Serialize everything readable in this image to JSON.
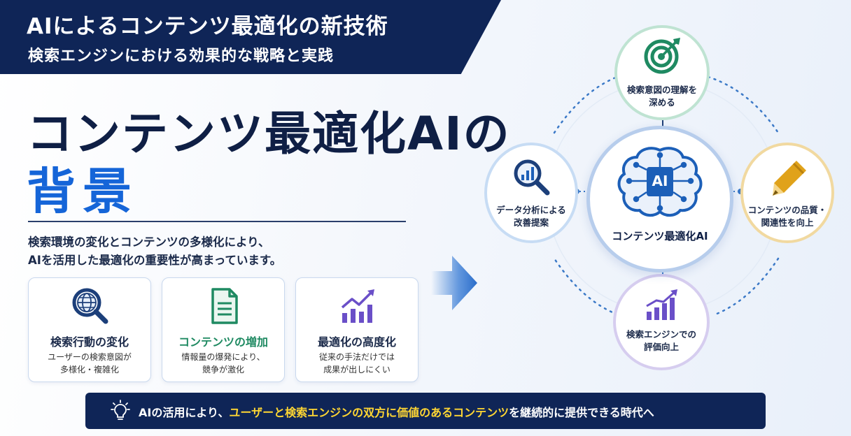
{
  "header": {
    "title": "AIによるコンテンツ最適化の新技術",
    "subtitle": "検索エンジンにおける効果的な戦略と実践"
  },
  "main": {
    "title_line1": "コンテンツ最適化AIの",
    "title_line2": "背景",
    "description": [
      "検索環境の変化とコンテンツの多様化により、",
      "AIを活用した最適化の重要性が高まっています。"
    ]
  },
  "cards": [
    {
      "icon": "globe-search-icon",
      "title": "検索行動の変化",
      "title_color": "#1b2a4a",
      "lines": [
        "ユーザーの検索意図が",
        "多様化・複雑化"
      ]
    },
    {
      "icon": "document-icon",
      "title": "コンテンツの増加",
      "title_color": "#1f8a62",
      "lines": [
        "情報量の爆発により、",
        "競争が激化"
      ]
    },
    {
      "icon": "growth-chart-icon",
      "title": "最適化の高度化",
      "title_color": "#1b2a4a",
      "lines": [
        "従来の手法だけでは",
        "成果が出しにくい"
      ]
    }
  ],
  "diagram": {
    "center": {
      "icon": "ai-brain-icon",
      "chip_text": "AI",
      "label": "コンテンツ最適化AI"
    },
    "nodes": {
      "top": {
        "icon": "target-icon",
        "lines": [
          "検索意図の理解を",
          "深める"
        ]
      },
      "left": {
        "icon": "analysis-search-icon",
        "lines": [
          "データ分析による",
          "改善提案"
        ]
      },
      "right": {
        "icon": "pencil-icon",
        "lines": [
          "コンテンツの品質・",
          "関連性を向上"
        ]
      },
      "bottom": {
        "icon": "bar-chart-icon",
        "lines": [
          "検索エンジンでの",
          "評価向上"
        ]
      }
    }
  },
  "footer": {
    "icon": "lightbulb-icon",
    "parts": [
      "AIの活用により、",
      "ユーザーと検索エンジンの双方に価値のあるコンテンツ",
      "を継続的に提供できる時代へ"
    ]
  },
  "colors": {
    "navy": "#0f2557",
    "accent_blue": "#1565d8",
    "highlight": "#ffd633",
    "green": "#1f8a62",
    "purple": "#6a4fc8",
    "gold": "#e0a21a"
  }
}
